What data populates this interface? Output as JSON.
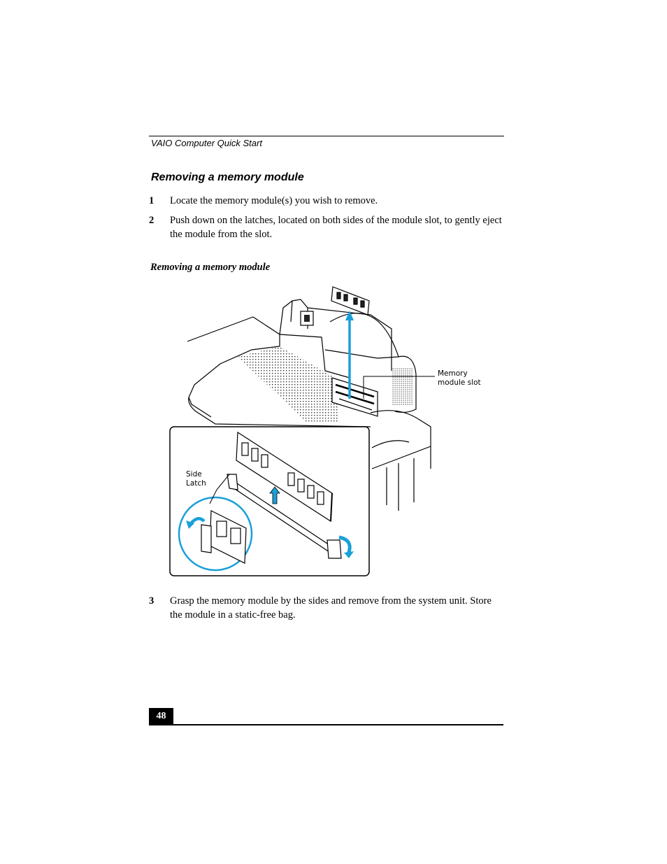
{
  "header": {
    "running_title": "VAIO Computer Quick Start"
  },
  "section": {
    "title": "Removing a memory module"
  },
  "steps": [
    {
      "num": "1",
      "text": "Locate the memory module(s) you wish to remove."
    },
    {
      "num": "2",
      "text": "Push down on the latches, located on both sides of the module slot, to gently eject the module from the slot."
    },
    {
      "num": "3",
      "text": "Grasp the memory module by the sides and remove from the system unit. Store the module in a static-free bag."
    }
  ],
  "figure": {
    "caption": "Removing a memory module",
    "callouts": {
      "slot_line1": "Memory",
      "slot_line2": "module slot",
      "latch_line1": "Side",
      "latch_line2": "Latch"
    },
    "colors": {
      "arrow": "#1aa0d8",
      "line": "#000000"
    }
  },
  "footer": {
    "page_number": "48"
  }
}
